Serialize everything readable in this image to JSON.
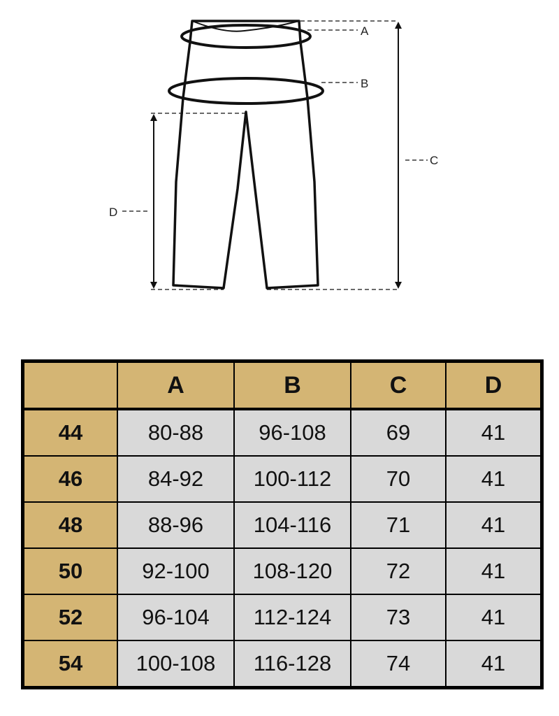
{
  "diagram": {
    "labels": [
      "A",
      "B",
      "C",
      "D"
    ]
  },
  "table": {
    "headers": [
      "",
      "A",
      "B",
      "C",
      "D"
    ],
    "rows": [
      {
        "size": "44",
        "A": "80-88",
        "B": "96-108",
        "C": "69",
        "D": "41"
      },
      {
        "size": "46",
        "A": "84-92",
        "B": "100-112",
        "C": "70",
        "D": "41"
      },
      {
        "size": "48",
        "A": "88-96",
        "B": "104-116",
        "C": "71",
        "D": "41"
      },
      {
        "size": "50",
        "A": "92-100",
        "B": "108-120",
        "C": "72",
        "D": "41"
      },
      {
        "size": "52",
        "A": "96-104",
        "B": "112-124",
        "C": "73",
        "D": "41"
      },
      {
        "size": "54",
        "A": "100-108",
        "B": "116-128",
        "C": "74",
        "D": "41"
      }
    ]
  },
  "colors": {
    "header": "#d4b574",
    "cell": "#d9d9d9",
    "border": "#000000"
  }
}
